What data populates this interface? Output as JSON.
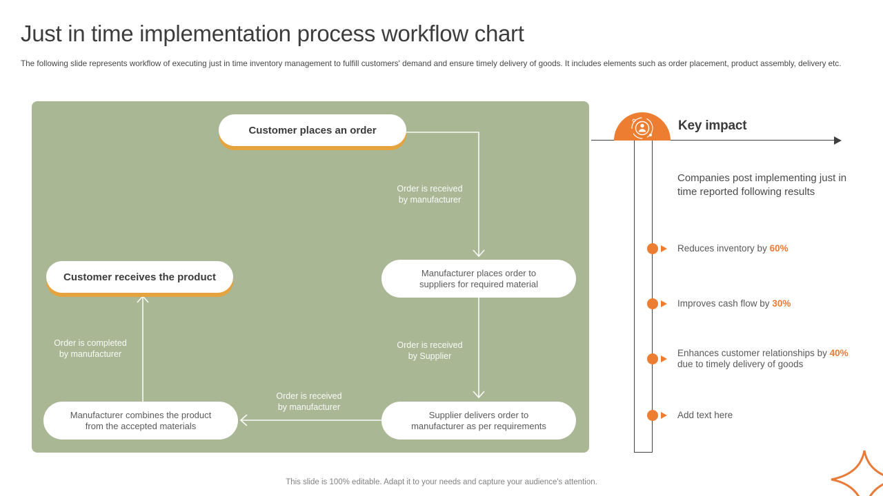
{
  "slide": {
    "title": "Just in time implementation process workflow chart",
    "subtitle": "The following slide represents workflow of executing just in time inventory management to fulfill customers' demand and ensure timely delivery of goods. It includes elements such as order placement, product assembly, delivery etc.",
    "footer": "This slide is 100% editable. Adapt it to your needs and capture your audience's attention."
  },
  "workflow": {
    "nodes": {
      "places_order": "Customer places an order",
      "receives_product": "Customer receives the product",
      "manufacturer_places": "Manufacturer places order to\nsuppliers for required material",
      "supplier_delivers": "Supplier delivers order to\nmanufacturer as per requirements",
      "manufacturer_combines": "Manufacturer combines the product\nfrom the accepted materials"
    },
    "edge_labels": {
      "received_by_manufacturer_top": "Order is received\nby manufacturer",
      "received_by_supplier": "Order is received\nby Supplier",
      "received_by_manufacturer_bottom": "Order is received\nby manufacturer",
      "completed_by_manufacturer": "Order is completed\nby manufacturer"
    }
  },
  "key_impact": {
    "heading": "Key impact",
    "icon": "customer-focus-icon",
    "intro": "Companies post implementing just in time reported following results",
    "items": [
      {
        "pre": "Reduces inventory by ",
        "highlight": "60%",
        "post": ""
      },
      {
        "pre": "Improves cash flow by ",
        "highlight": "30%",
        "post": ""
      },
      {
        "pre": "Enhances customer relationships by ",
        "highlight": "40%",
        "post": " due to timely delivery of goods"
      },
      {
        "pre": "Add text here",
        "highlight": "",
        "post": ""
      }
    ]
  },
  "colors": {
    "panel_green": "#a9b795",
    "accent_orange": "#ed7d31",
    "shadow_gold": "#e5a33d",
    "line_dark": "#3f3f3f"
  }
}
